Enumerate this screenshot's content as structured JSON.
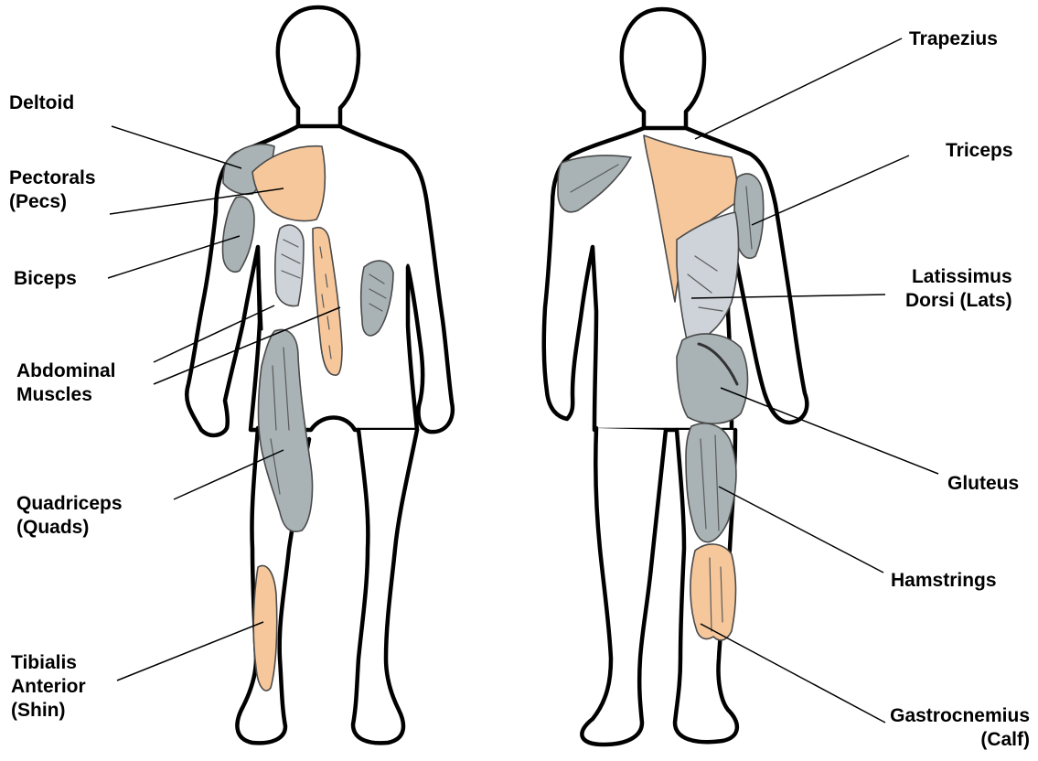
{
  "colors": {
    "highlight_muscle": "#f6c79b",
    "grey_muscle": "#a9b3b5",
    "light_muscle": "#cdd3d8",
    "outline": "#000000"
  },
  "front_labels": {
    "deltoid": "Deltoid",
    "pectorals_line1": "Pectorals",
    "pectorals_line2": "(Pecs)",
    "biceps": "Biceps",
    "abdominal_line1": "Abdominal",
    "abdominal_line2": "Muscles",
    "quadriceps_line1": "Quadriceps",
    "quadriceps_line2": "(Quads)",
    "tibialis_line1": "Tibialis",
    "tibialis_line2": "Anterior",
    "tibialis_line3": "(Shin)"
  },
  "back_labels": {
    "trapezius": "Trapezius",
    "triceps": "Triceps",
    "latissimus_line1": "Latissimus",
    "latissimus_line2": "Dorsi (Lats)",
    "gluteus": "Gluteus",
    "hamstrings": "Hamstrings",
    "gastrocnemius_line1": "Gastrocnemius",
    "gastrocnemius_line2": "(Calf)"
  }
}
